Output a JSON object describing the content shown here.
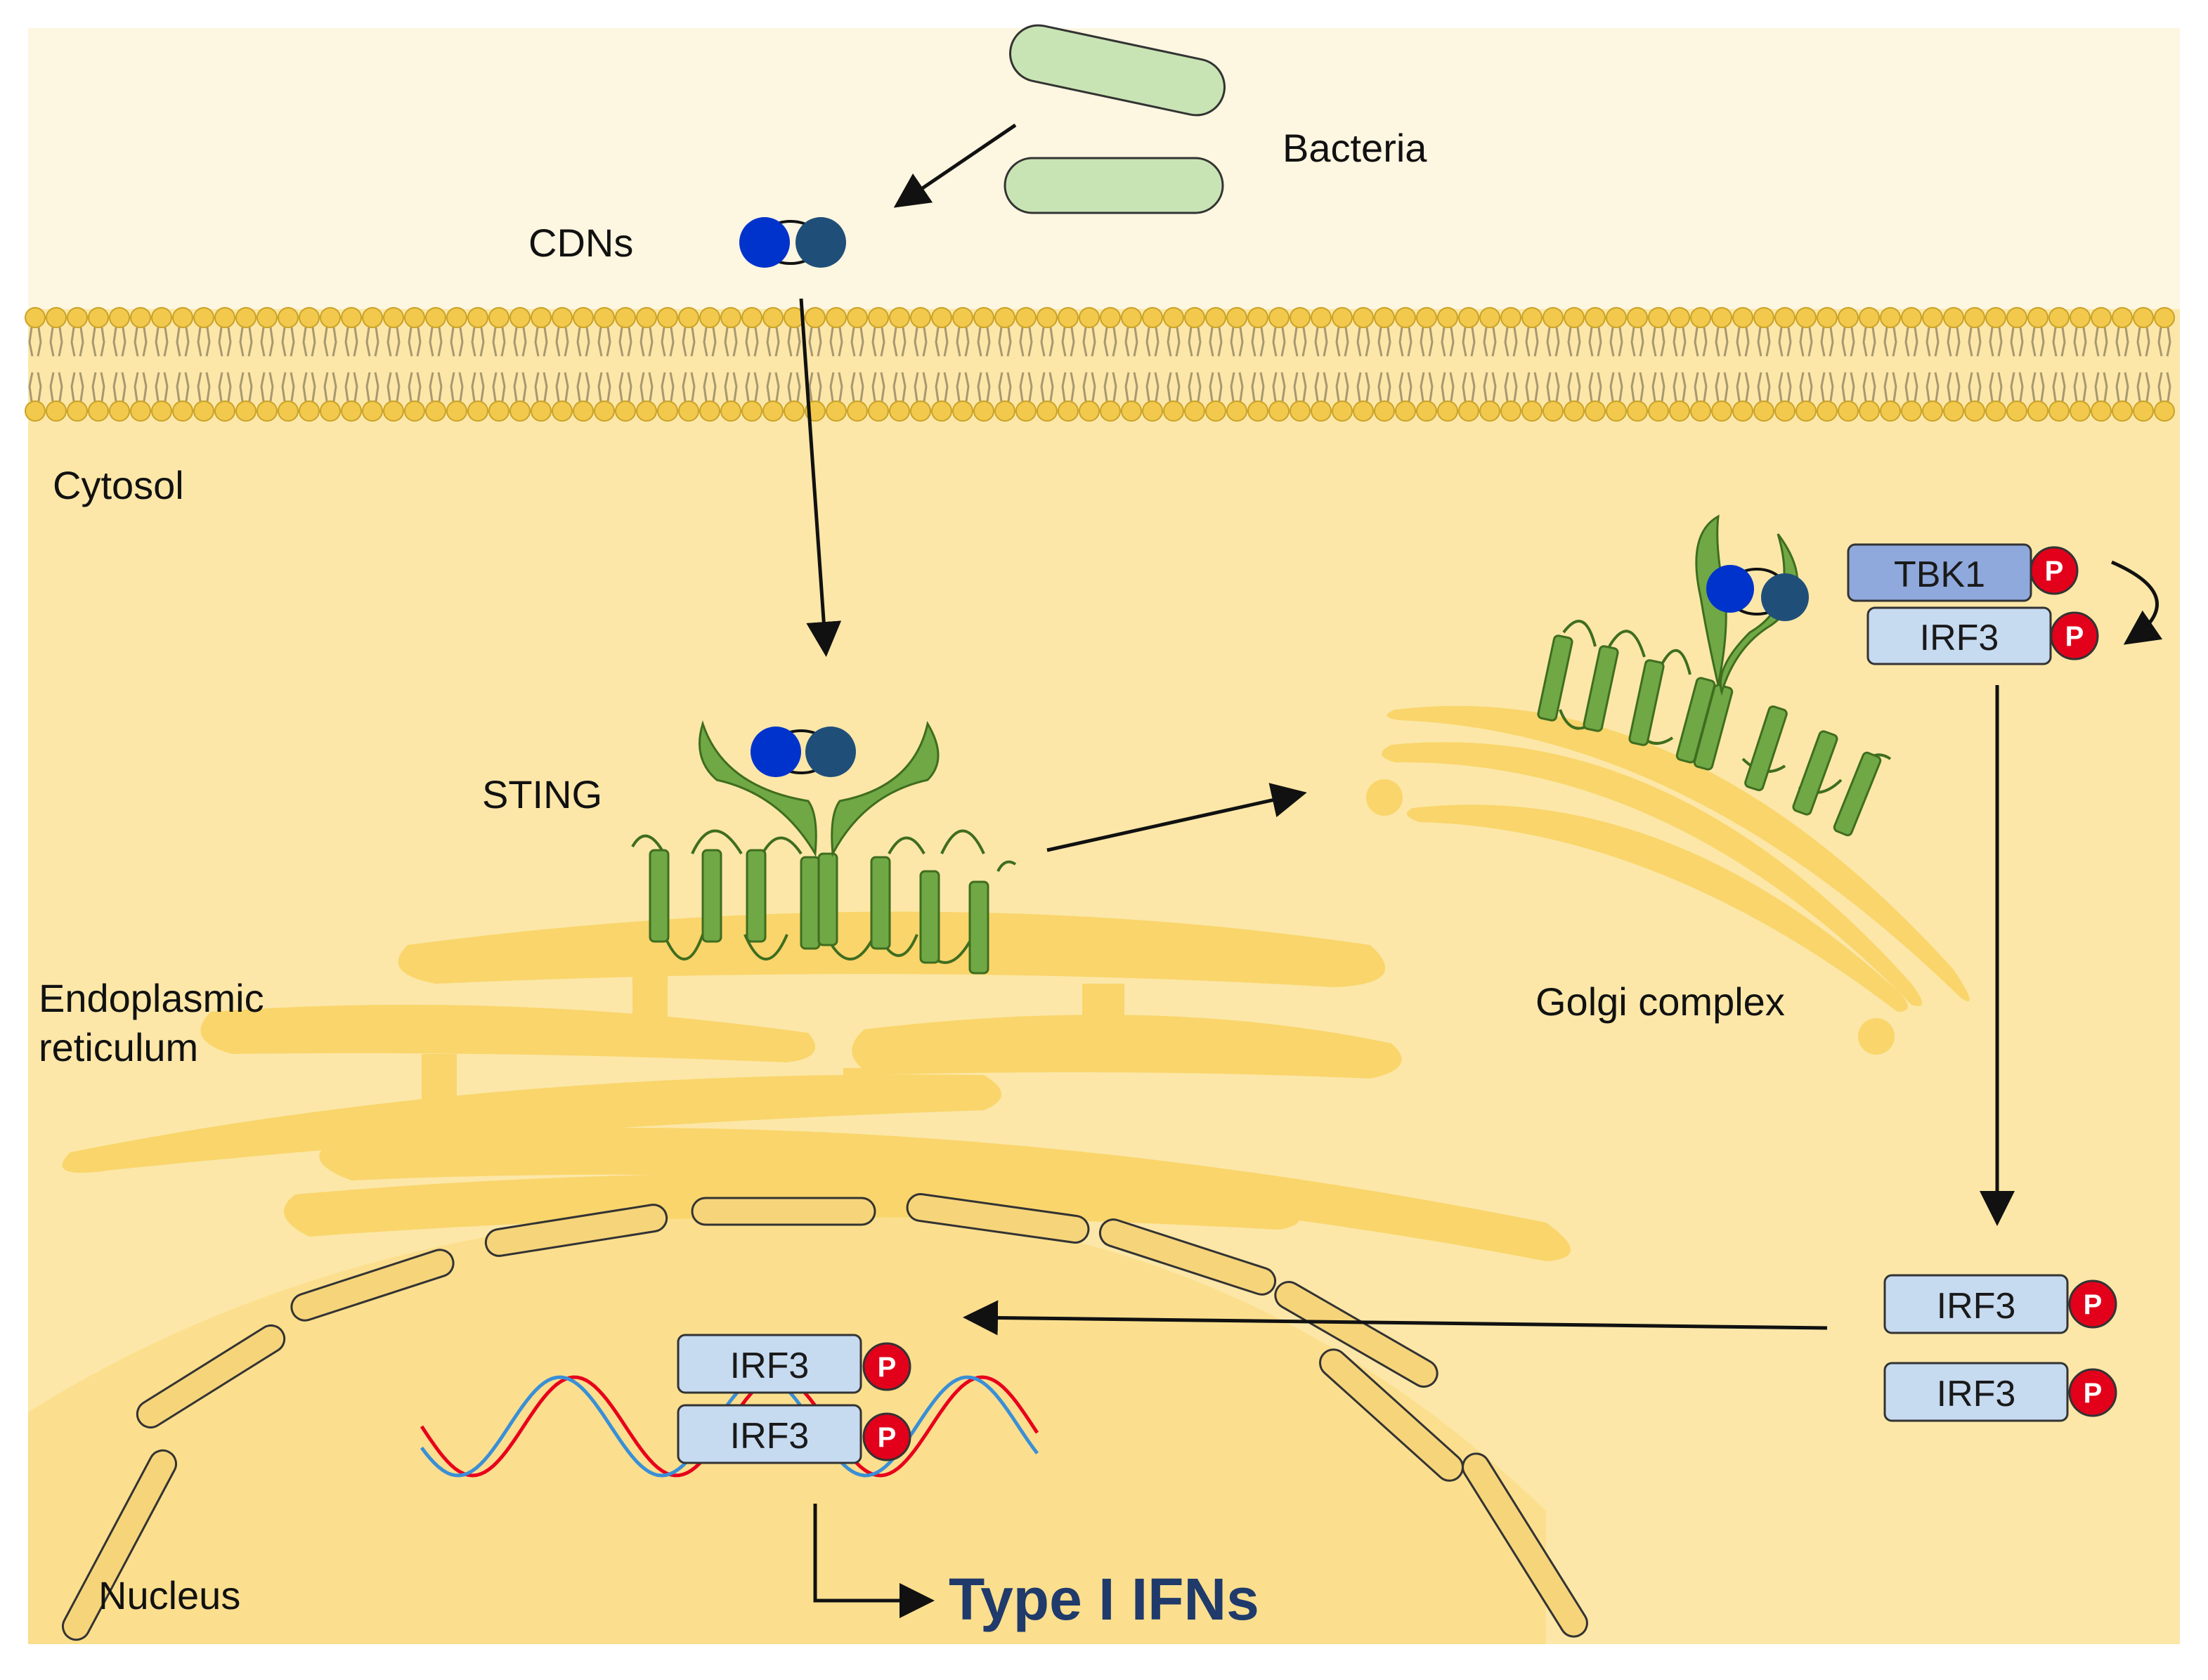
{
  "labels": {
    "bacteria": "Bacteria",
    "cdns": "CDNs",
    "cytosol": "Cytosol",
    "sting": "STING",
    "er_line1": "Endoplasmic",
    "er_line2": "reticulum",
    "golgi": "Golgi complex",
    "nucleus": "Nucleus",
    "type1_ifns": "Type I IFNs"
  },
  "proteins": {
    "tbk1": "TBK1",
    "irf3": "IRF3",
    "phospho": "P"
  },
  "colors": {
    "cytosol": "#fce7a8",
    "nucleus": "#fbdf8e",
    "organelle": "#f9d56b",
    "membrane_head": "#f2c94c",
    "sting_green": "#70a845",
    "bacteria_fill": "#c9e4b4",
    "cdn_blue": "#0033cc",
    "cdn_navy": "#1f4e79",
    "tbk1_fill": "#8fa9dc",
    "irf3_fill": "#c6daf0",
    "phospho_red": "#e3001b",
    "dna_red": "#e8001c",
    "dna_blue": "#3a8fd6",
    "ifn_text": "#1f3a6b"
  }
}
